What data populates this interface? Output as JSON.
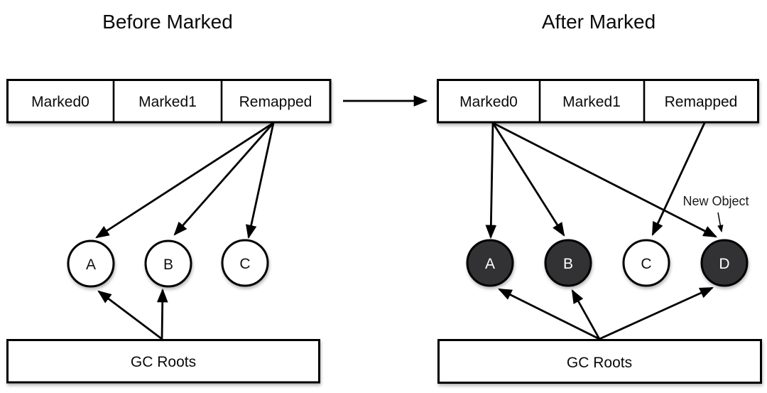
{
  "diagram": {
    "colors": {
      "background": "#ffffff",
      "stroke": "#000000",
      "marked_fill": "#333336",
      "unmarked_fill": "#ffffff",
      "marked_text": "#ffffff",
      "unmarked_text": "#111111"
    },
    "left": {
      "title": "Before Marked",
      "pointer_cells": [
        "Marked0",
        "Marked1",
        "Remapped"
      ],
      "objects": [
        {
          "label": "A",
          "marked": false
        },
        {
          "label": "B",
          "marked": false
        },
        {
          "label": "C",
          "marked": false
        }
      ],
      "roots_label": "GC Roots",
      "pointer_edges": [
        {
          "from": "Remapped",
          "to": "A"
        },
        {
          "from": "Remapped",
          "to": "B"
        },
        {
          "from": "Remapped",
          "to": "C"
        }
      ],
      "root_edges": [
        "A",
        "B"
      ]
    },
    "right": {
      "title": "After Marked",
      "pointer_cells": [
        "Marked0",
        "Marked1",
        "Remapped"
      ],
      "objects": [
        {
          "label": "A",
          "marked": true
        },
        {
          "label": "B",
          "marked": true
        },
        {
          "label": "C",
          "marked": false
        },
        {
          "label": "D",
          "marked": true
        }
      ],
      "roots_label": "GC Roots",
      "annotation": "New Object",
      "pointer_edges": [
        {
          "from": "Marked0",
          "to": "A"
        },
        {
          "from": "Marked0",
          "to": "B"
        },
        {
          "from": "Marked0",
          "to": "D"
        },
        {
          "from": "Remapped",
          "to": "C"
        }
      ],
      "root_edges": [
        "A",
        "B",
        "D"
      ]
    }
  }
}
